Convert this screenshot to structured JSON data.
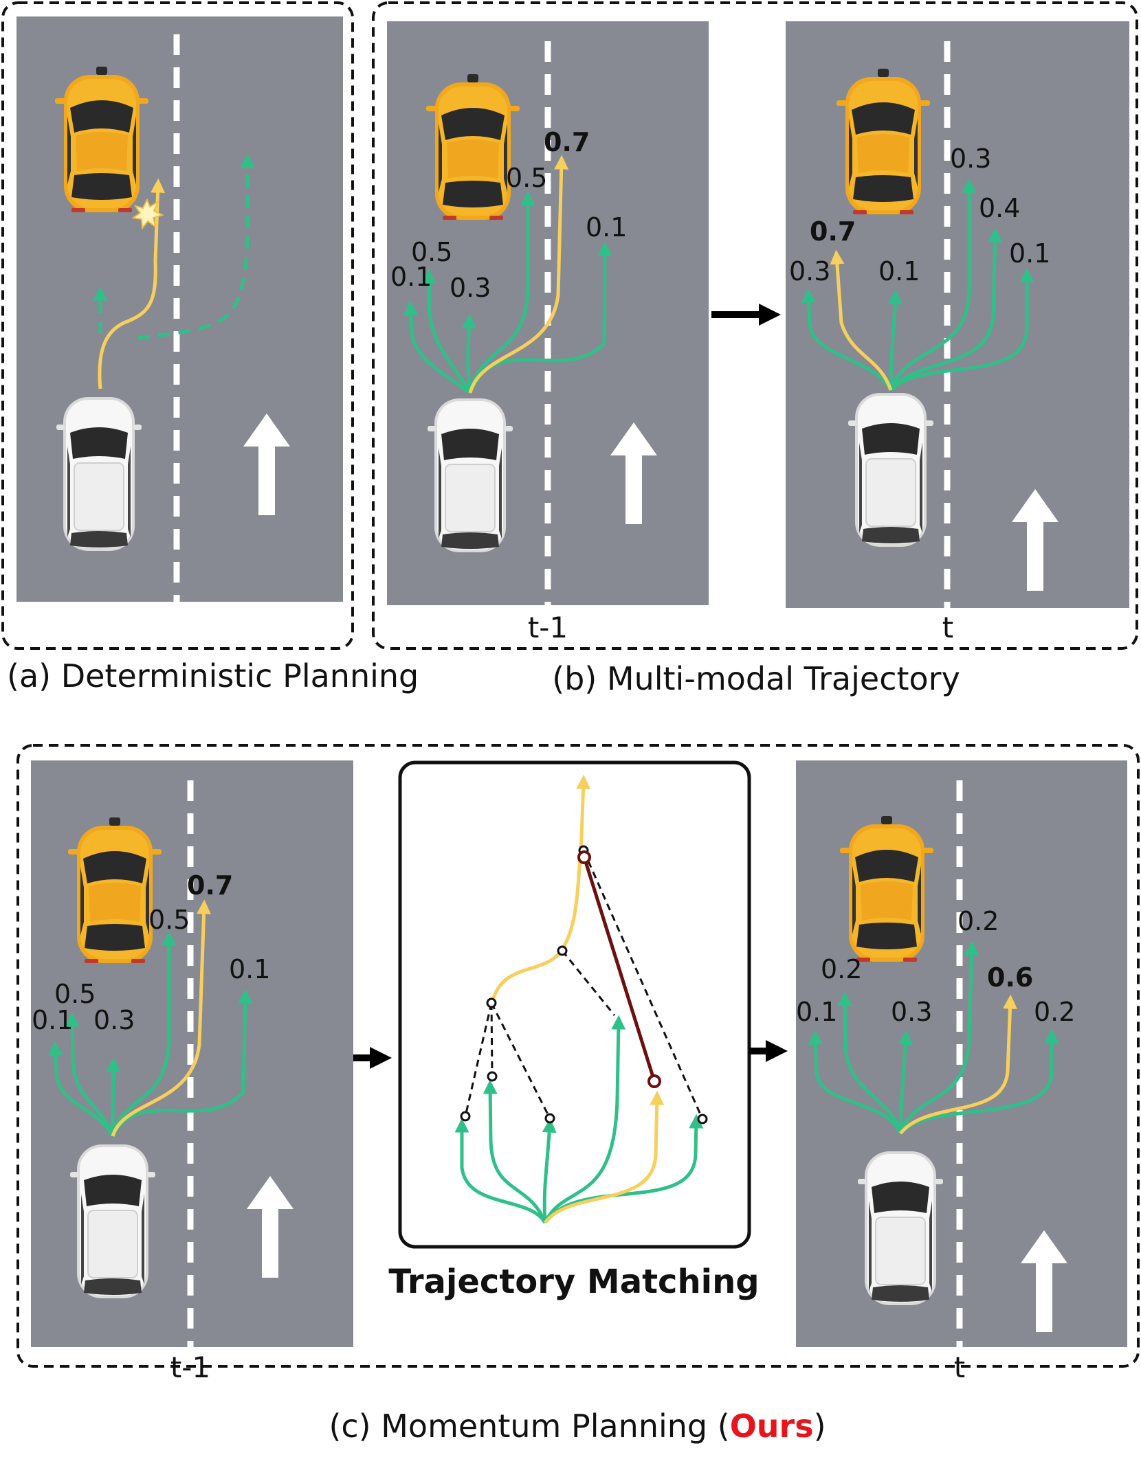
{
  "panels": {
    "a": {
      "caption": "(a) Deterministic Planning"
    },
    "b": {
      "caption": "(b) Multi-modal Trajectory",
      "left": {
        "time": "t-1",
        "probs": [
          "0.1",
          "0.5",
          "0.3",
          "0.5",
          "0.7",
          "0.1"
        ]
      },
      "right": {
        "time": "t",
        "probs": [
          "0.3",
          "0.7",
          "0.1",
          "0.3",
          "0.4",
          "0.1"
        ]
      }
    },
    "c": {
      "caption_prefix": "(c) Momentum Planning (",
      "caption_ours": "Ours",
      "caption_suffix": ")",
      "left": {
        "time": "t-1",
        "probs": [
          "0.1",
          "0.5",
          "0.3",
          "0.5",
          "0.7",
          "0.1"
        ]
      },
      "middle": {
        "title": "Trajectory Matching"
      },
      "right": {
        "time": "t",
        "probs": [
          "0.1",
          "0.2",
          "0.3",
          "0.2",
          "0.6",
          "0.2"
        ]
      }
    }
  },
  "colors": {
    "road": "#878a92",
    "candidate": "#2fc08a",
    "selected": "#f7cf5c",
    "matched": "#6b0f0f",
    "ours": "#e8141c",
    "taxi": "#f2a81d",
    "ego": "#f2f2f2"
  }
}
